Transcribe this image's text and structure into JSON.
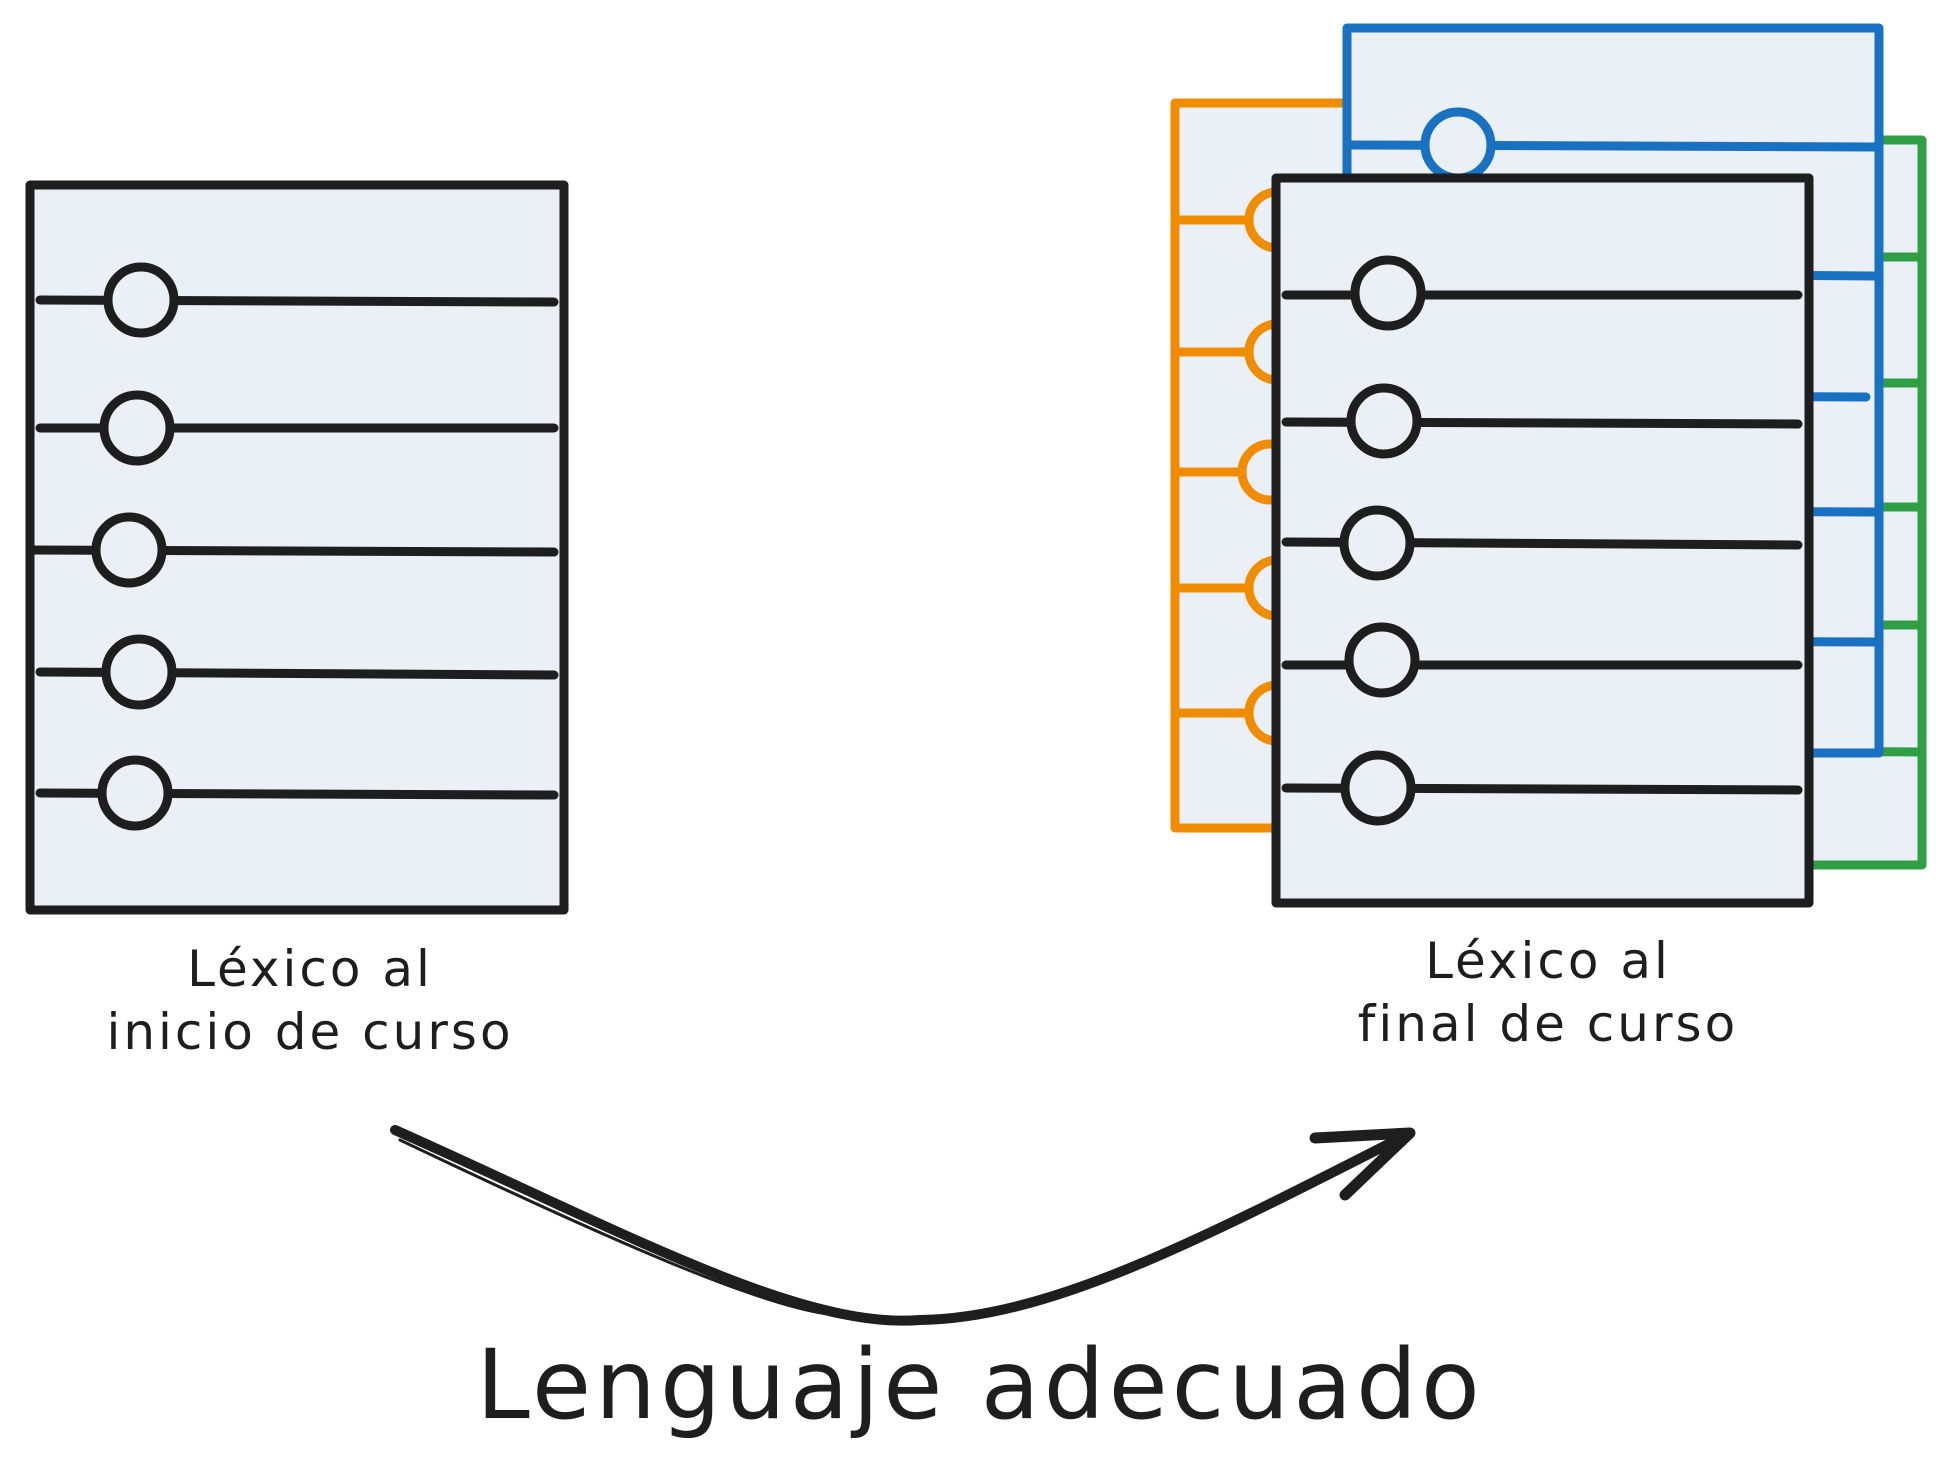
{
  "labels": {
    "left_line1": "Léxico al",
    "left_line2": "inicio de curso",
    "right_line1": "Léxico al",
    "right_line2": "final de curso",
    "bottom": "Lenguaje adecuado"
  },
  "colors": {
    "ink": "#1e1e1e",
    "card_fill": "#ebf0f7",
    "orange": "#f08c00",
    "blue": "#1971c2",
    "green": "#2f9e44"
  },
  "items_per_list": 5
}
